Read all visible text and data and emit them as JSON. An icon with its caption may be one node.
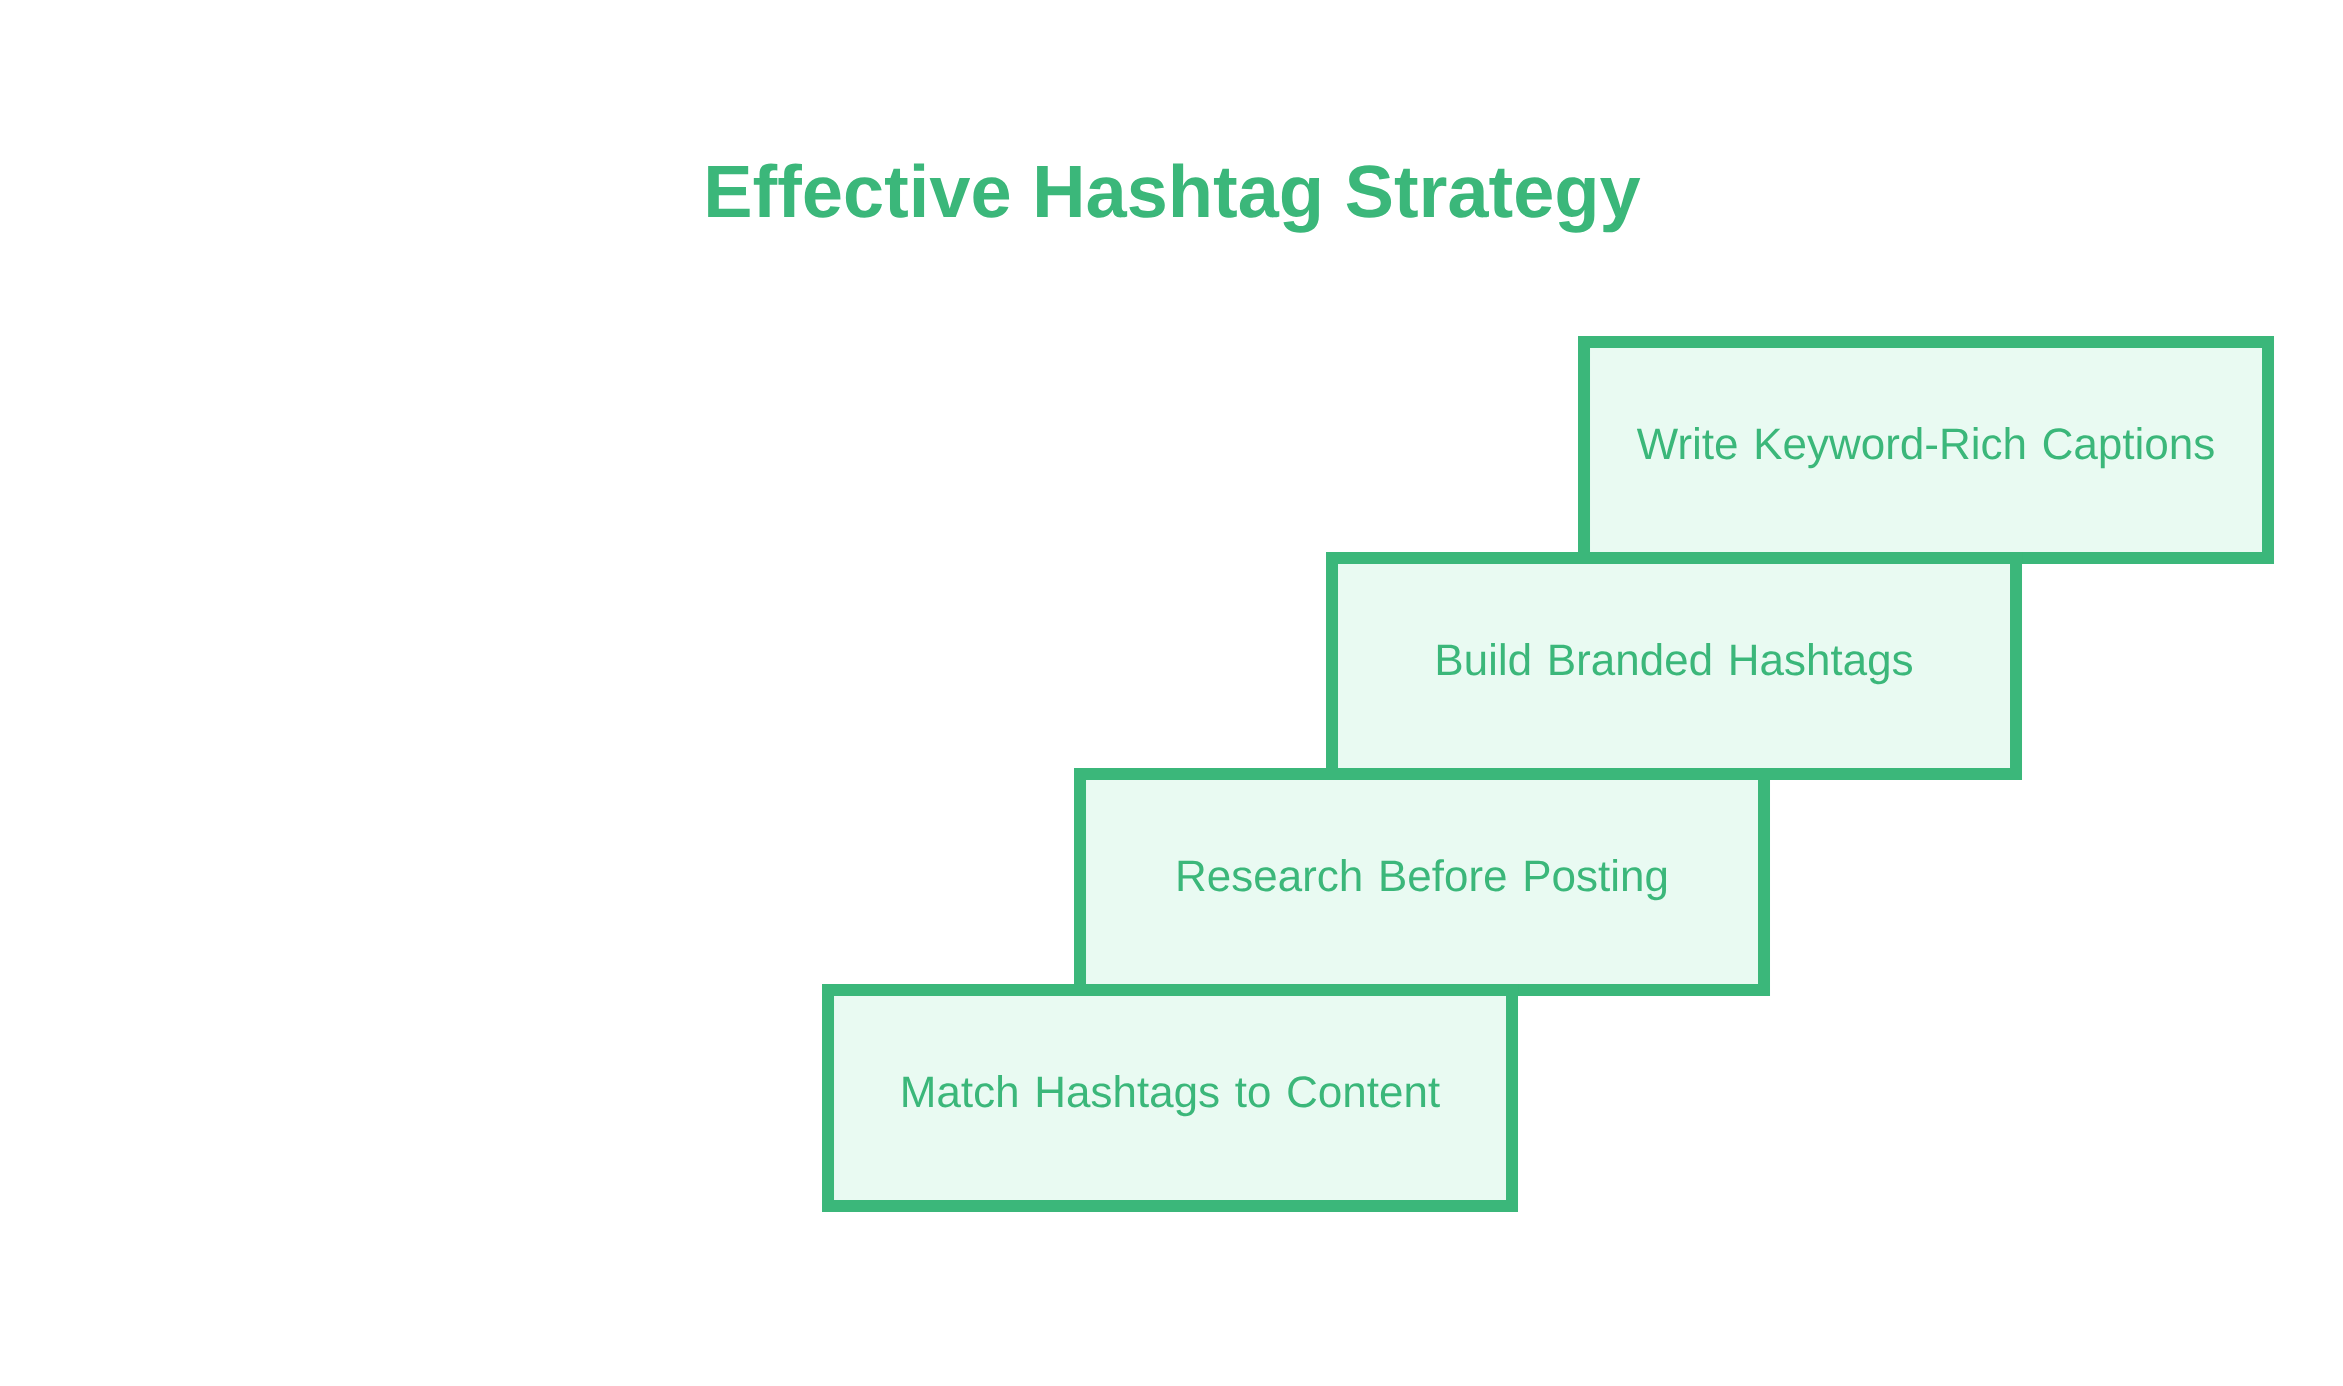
{
  "diagram": {
    "title": "Effective Hashtag Strategy",
    "nodes": [
      {
        "text": [
          "Write Keyword-Rich Captions"
        ]
      },
      {
        "text": [
          "Build Branded Hashtags"
        ]
      },
      {
        "text": [
          "Research Before Posting"
        ]
      },
      {
        "text": [
          "Match Hashtags to Content"
        ]
      }
    ]
  }
}
